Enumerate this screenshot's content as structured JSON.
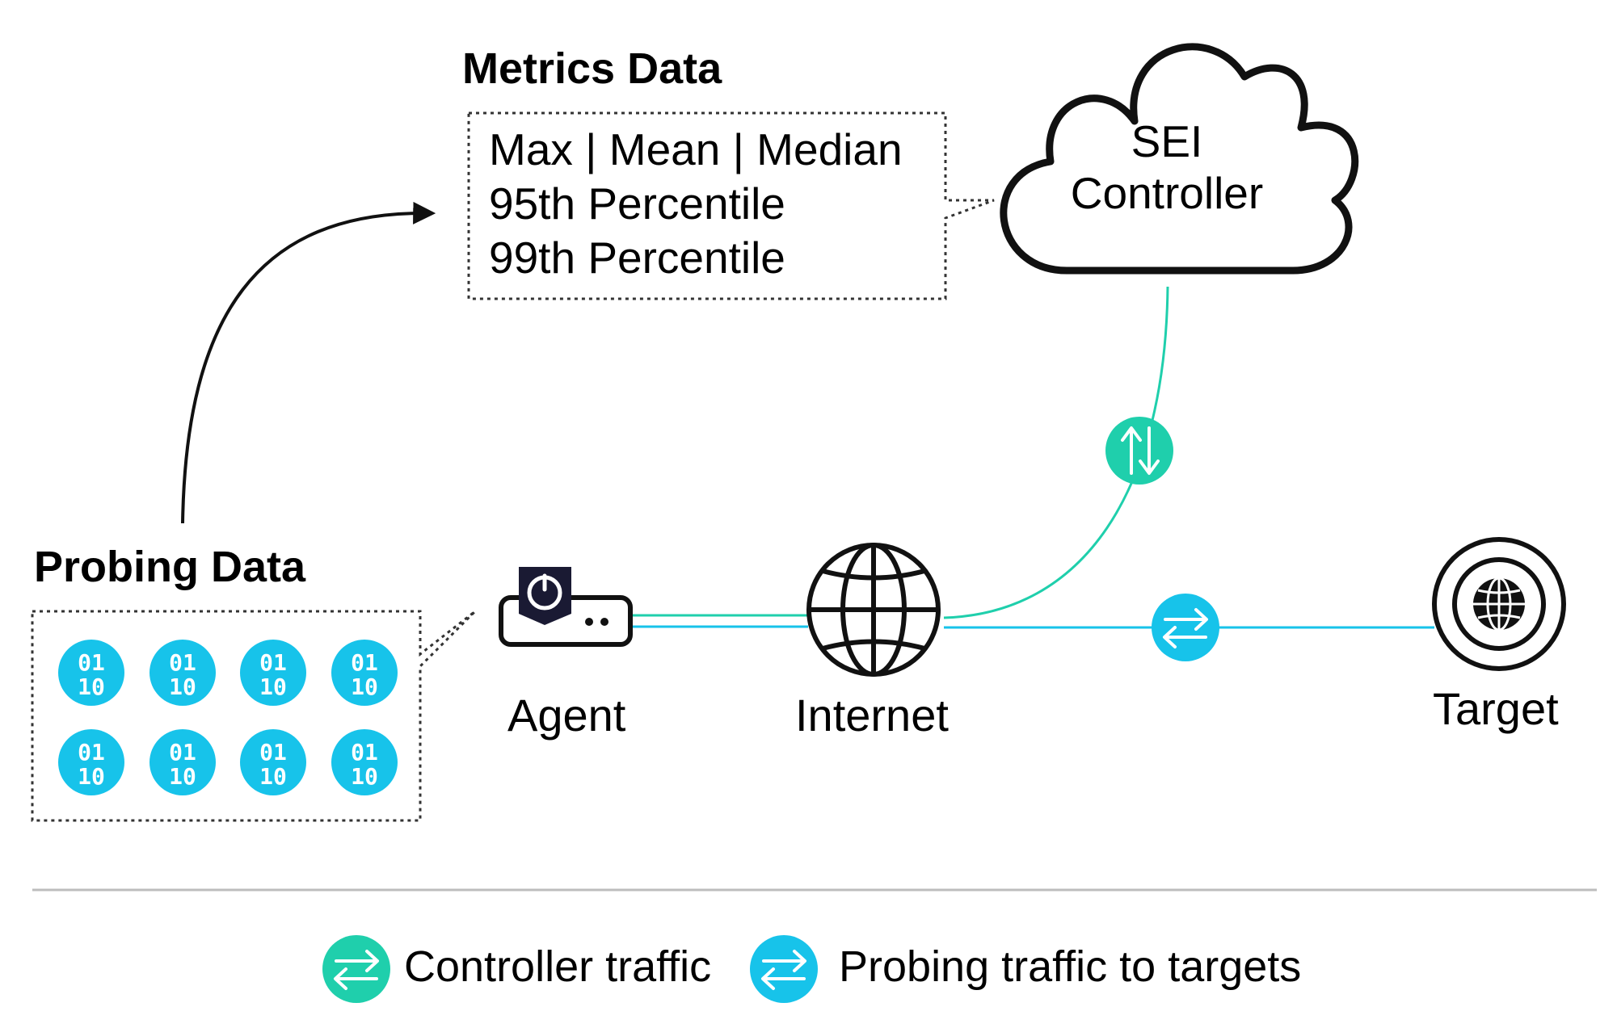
{
  "metrics": {
    "title": "Metrics Data",
    "lines": [
      "Max | Mean | Median",
      "95th Percentile",
      "99th Percentile"
    ]
  },
  "controller": {
    "line1": "SEI",
    "line2": "Controller"
  },
  "probing": {
    "title": "Probing Data",
    "chip_top": "01",
    "chip_bottom": "10",
    "chip_count": 8
  },
  "nodes": {
    "agent": "Agent",
    "internet": "Internet",
    "target": "Target"
  },
  "legend": {
    "controller_label": "Controller traffic",
    "probing_label": "Probing traffic to targets"
  },
  "colors": {
    "controller_traffic": "#1fcfac",
    "probing_traffic": "#17c3ea",
    "outline": "#111111",
    "divider": "#bdbdbd"
  },
  "icons": {
    "agent": "agent-device-icon",
    "internet": "globe-icon",
    "target": "target-globe-icon",
    "controller": "cloud-icon",
    "controller_traffic": "swap-vertical-icon",
    "probing_traffic": "swap-horizontal-icon",
    "probe": "binary-data-icon"
  }
}
